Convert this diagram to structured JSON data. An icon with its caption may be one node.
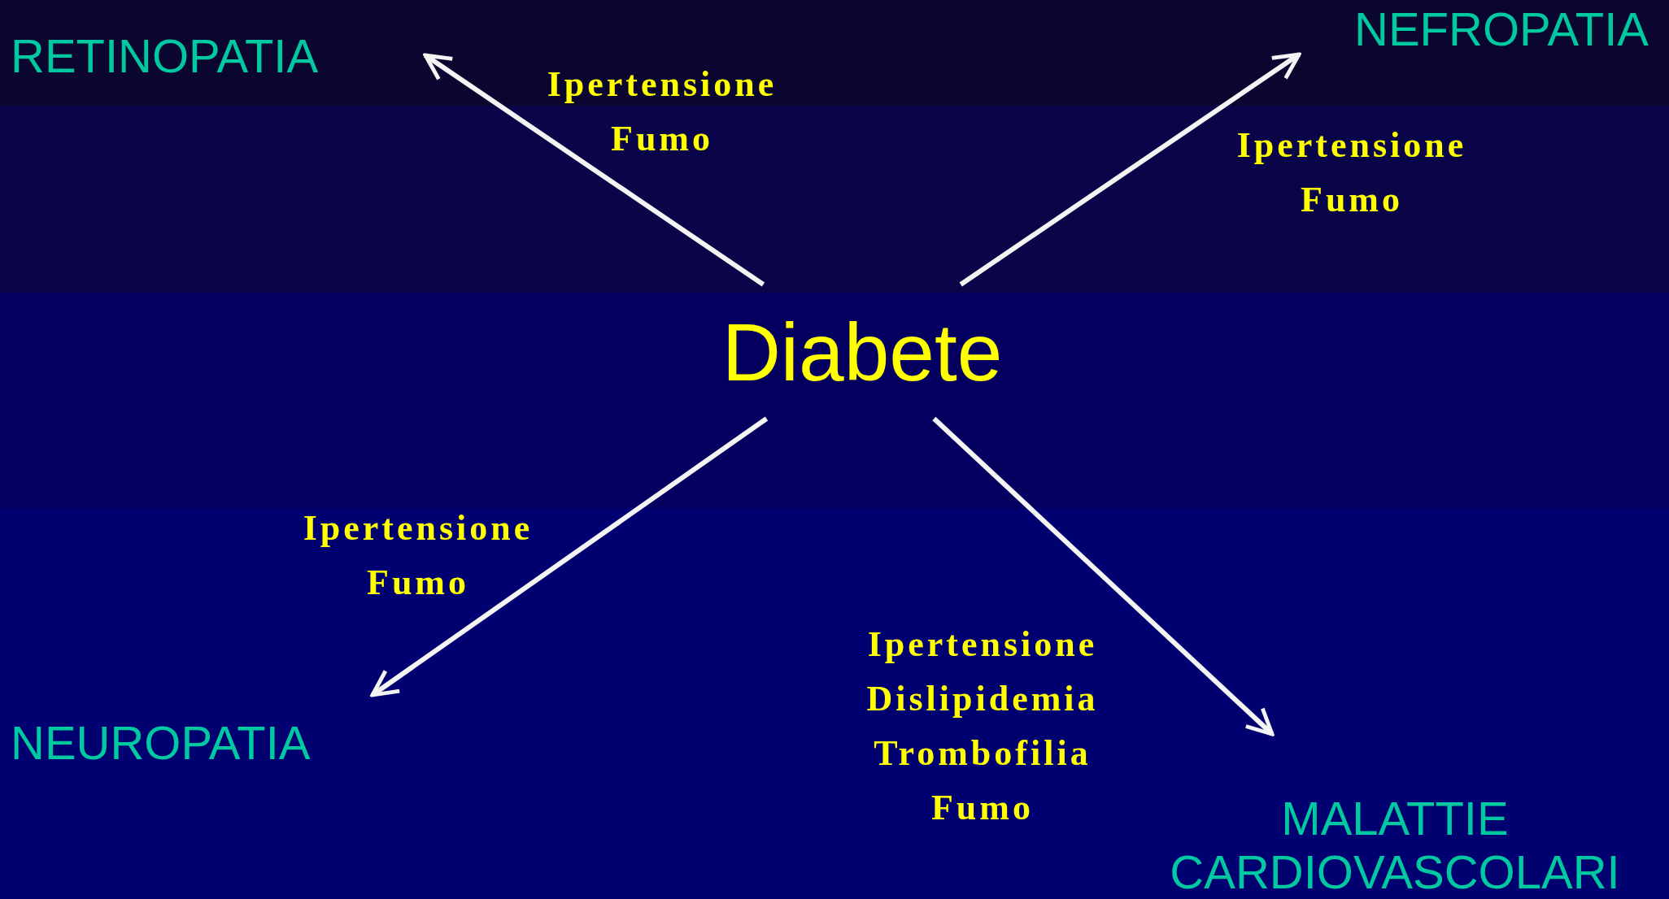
{
  "diagram": {
    "nodes": [
      {
        "text": [
          "Diabete"
        ]
      },
      {
        "text": [
          "RETINOPATIA"
        ]
      },
      {
        "text": [
          "NEFROPATIA"
        ]
      },
      {
        "text": [
          "NEUROPATIA"
        ]
      },
      {
        "text": [
          "MALATTIE CARDIOVASCOLARI"
        ]
      }
    ],
    "edges": [
      {
        "from": 0,
        "to": 1,
        "arrow": "to",
        "label": "Ipertensione Fumo"
      },
      {
        "from": 0,
        "to": 2,
        "arrow": "to",
        "label": "Ipertensione Fumo"
      },
      {
        "from": 0,
        "to": 3,
        "arrow": "to",
        "label": "Ipertensione Fumo"
      },
      {
        "from": 0,
        "to": 4,
        "arrow": "to",
        "label": "Ipertensione Dislipidemia Trombofilia Fumo"
      }
    ]
  }
}
